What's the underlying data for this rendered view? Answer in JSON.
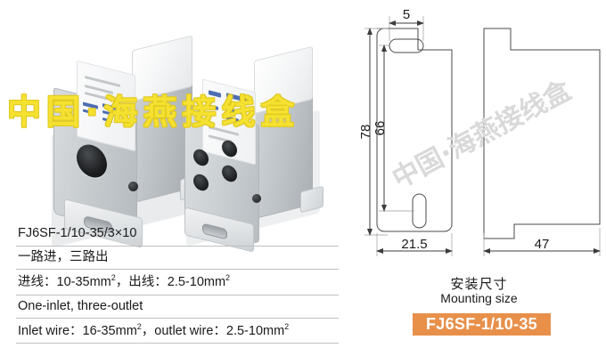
{
  "watermark": {
    "photo_text": "中国·海燕接线盒",
    "drawing_text": "中国·海燕接线盒"
  },
  "product_photos": {
    "unit_a_name": "one-inlet three-outlet terminal block, inlet side",
    "unit_b_name": "one-inlet three-outlet terminal block, outlet side"
  },
  "spec_rows": [
    "FJ6SF-1/10-35/3×10",
    "一路进，三路出",
    "进线：10-35mm²，出线：2.5-10mm²",
    "One-inlet, three-outlet",
    "Inlet wire：16-35mm²，outlet wire：2.5-10mm²"
  ],
  "specs": {
    "model_full": "FJ6SF-1/10-35/3×10",
    "config_cn": "一路进，三路出",
    "wire_cn_prefix_in": "进线：",
    "wire_cn_in": "10-35mm",
    "wire_cn_sep": "，",
    "wire_cn_prefix_out": "出线：",
    "wire_cn_out": "2.5-10mm",
    "config_en": "One-inlet, three-outlet",
    "wire_en_prefix_in": "Inlet wire：",
    "wire_en_in": "16-35mm",
    "wire_en_sep": "，",
    "wire_en_prefix_out": "outlet wire：",
    "wire_en_out": "2.5-10mm",
    "sup": "2"
  },
  "drawing": {
    "dim_slot_width": "5",
    "dim_height_total": "78",
    "dim_height_slots": "66",
    "dim_width_front": "21.5",
    "dim_width_side": "47",
    "caption_cn": "安装尺寸",
    "caption_en": "Mounting size",
    "front_view_name": "front-view-mounting-plate",
    "side_view_name": "side-view-profile"
  },
  "badge": {
    "model": "FJ6SF-1/10-35"
  },
  "colors": {
    "badge_bg": "#e8904a",
    "badge_text": "#ffffff",
    "watermark_yellow": "#f5e131",
    "watermark_grey": "#d8d8d8",
    "drawing_line": "#4a4a4a",
    "rule_line": "#bfbfbf",
    "page_bg": "#ffffff"
  }
}
